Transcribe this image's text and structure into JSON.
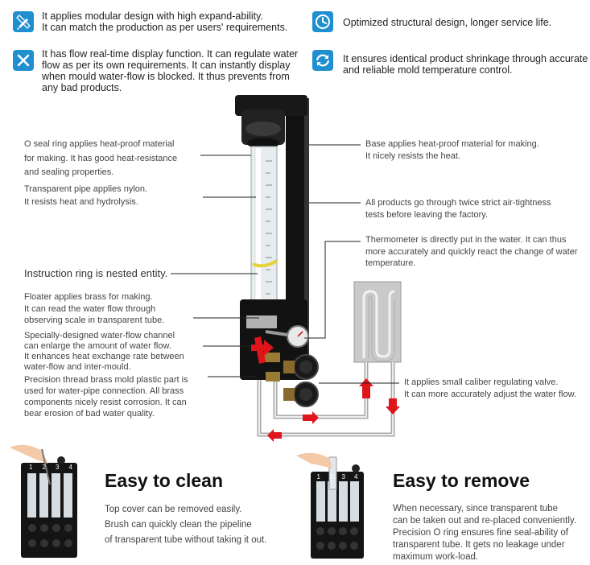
{
  "features": {
    "modular": {
      "icon": "pencil-ruler-icon",
      "lines": [
        "It applies modular design with high expand-ability.",
        "It can match the production as per users' requirements."
      ]
    },
    "flow": {
      "icon": "cross-icon",
      "lines": [
        "It has flow real-time display function.  It can regulate water",
        "flow as per its own requirements.  It can instantly display",
        "when mould water-flow is blocked.  It thus prevents from",
        "any bad products."
      ]
    },
    "structure": {
      "icon": "clock-icon",
      "lines": [
        "Optimized structural design, longer service life."
      ]
    },
    "shrinkage": {
      "icon": "refresh-icon",
      "lines": [
        "It ensures identical product shrinkage through accurate",
        "and reliable mold temperature control."
      ]
    }
  },
  "callouts": {
    "oseal": [
      "O seal ring applies heat-proof material",
      "for making.  It has good heat-resistance",
      "and sealing properties."
    ],
    "pipe": [
      "Transparent pipe applies nylon.",
      "It resists heat and hydrolysis."
    ],
    "instruction": [
      "Instruction ring is nested entity."
    ],
    "floater": [
      "Floater applies brass for making.",
      "It can read the water flow through",
      "observing scale in transparent tube."
    ],
    "channel": [
      "Specially-designed water-flow channel",
      "can enlarge the amount of water flow.",
      "It enhances heat exchange rate between",
      "water-flow and inter-mould."
    ],
    "thread": [
      "Precision thread brass mold plastic part is",
      "used for water-pipe connection.  All brass",
      "components nicely resist corrosion.  It can",
      "bear erosion of bad water quality."
    ],
    "base": [
      "Base applies heat-proof material for making.",
      "It nicely resists the heat."
    ],
    "airtight": [
      "All products go through twice strict air-tightness",
      "tests before leaving the factory."
    ],
    "thermometer": [
      "Thermometer is directly put in the water.  It can thus",
      "more accurately and quickly react the change of water",
      "temperature."
    ],
    "valve": [
      "It applies small caliber regulating valve.",
      "It can more accurately adjust the water flow."
    ]
  },
  "bottom": {
    "clean": {
      "title": "Easy to clean",
      "lines": [
        "Top cover can be removed easily.",
        "Brush can quickly clean the pipeline",
        "of transparent tube without taking it out."
      ]
    },
    "remove": {
      "title": "Easy to remove",
      "lines": [
        "When necessary, since transparent tube",
        "can be taken out and re-placed conveniently.",
        "Precision O ring ensures fine seal-ability of",
        "transparent tube.  It gets no leakage under",
        "maximum work-load."
      ]
    }
  },
  "product_labels": [
    "1",
    "2",
    "3",
    "4"
  ],
  "colors": {
    "icon_blue": "#1f8fd0",
    "arrow_red": "#e0141b",
    "plate_grey": "#c9c9c9",
    "body_black": "#111111"
  }
}
